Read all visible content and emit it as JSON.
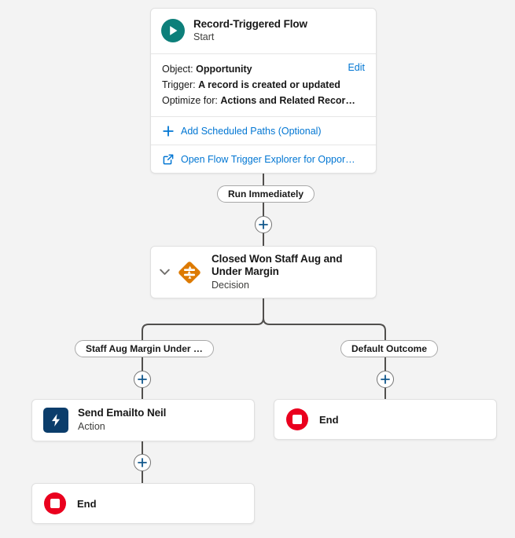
{
  "canvas": {
    "background_color": "#f3f3f3",
    "accent_link_color": "#0176d3"
  },
  "nodes": {
    "start": {
      "title": "Record-Triggered Flow",
      "subtitle": "Start",
      "icon": "play-icon",
      "icon_color": "#0d7f7a",
      "details": [
        {
          "label": "Object:",
          "value": "Opportunity"
        },
        {
          "label": "Trigger:",
          "value": "A record is created or updated"
        },
        {
          "label": "Optimize for:",
          "value": "Actions and Related Recor…"
        }
      ],
      "edit_label": "Edit",
      "actions": [
        {
          "icon": "plus-icon",
          "label": "Add Scheduled Paths (Optional)"
        },
        {
          "icon": "external-link-icon",
          "label": "Open Flow Trigger Explorer for Oppor…"
        }
      ]
    },
    "decision": {
      "title": "Closed Won Staff Aug and Under Margin",
      "subtitle": "Decision",
      "icon": "decision-diamond-icon",
      "icon_color": "#dd7a01",
      "collapse_icon": "chevron-down-icon"
    },
    "action": {
      "title": "Send Emailto Neil",
      "subtitle": "Action",
      "icon": "lightning-bolt-icon",
      "icon_color": "#0b3d6b"
    },
    "end_left": {
      "label": "End",
      "icon": "stop-icon",
      "icon_color": "#ea001e"
    },
    "end_right": {
      "label": "End",
      "icon": "stop-icon",
      "icon_color": "#ea001e"
    }
  },
  "connectors": {
    "run_immediately_label": "Run Immediately",
    "branch_labels": [
      "Staff Aug Margin Under …",
      "Default Outcome"
    ],
    "add_element_buttons": [
      "add-element-after-start",
      "add-element-staff-aug-branch",
      "add-element-default-branch",
      "add-element-after-action"
    ],
    "line_color": "#514f4d"
  }
}
